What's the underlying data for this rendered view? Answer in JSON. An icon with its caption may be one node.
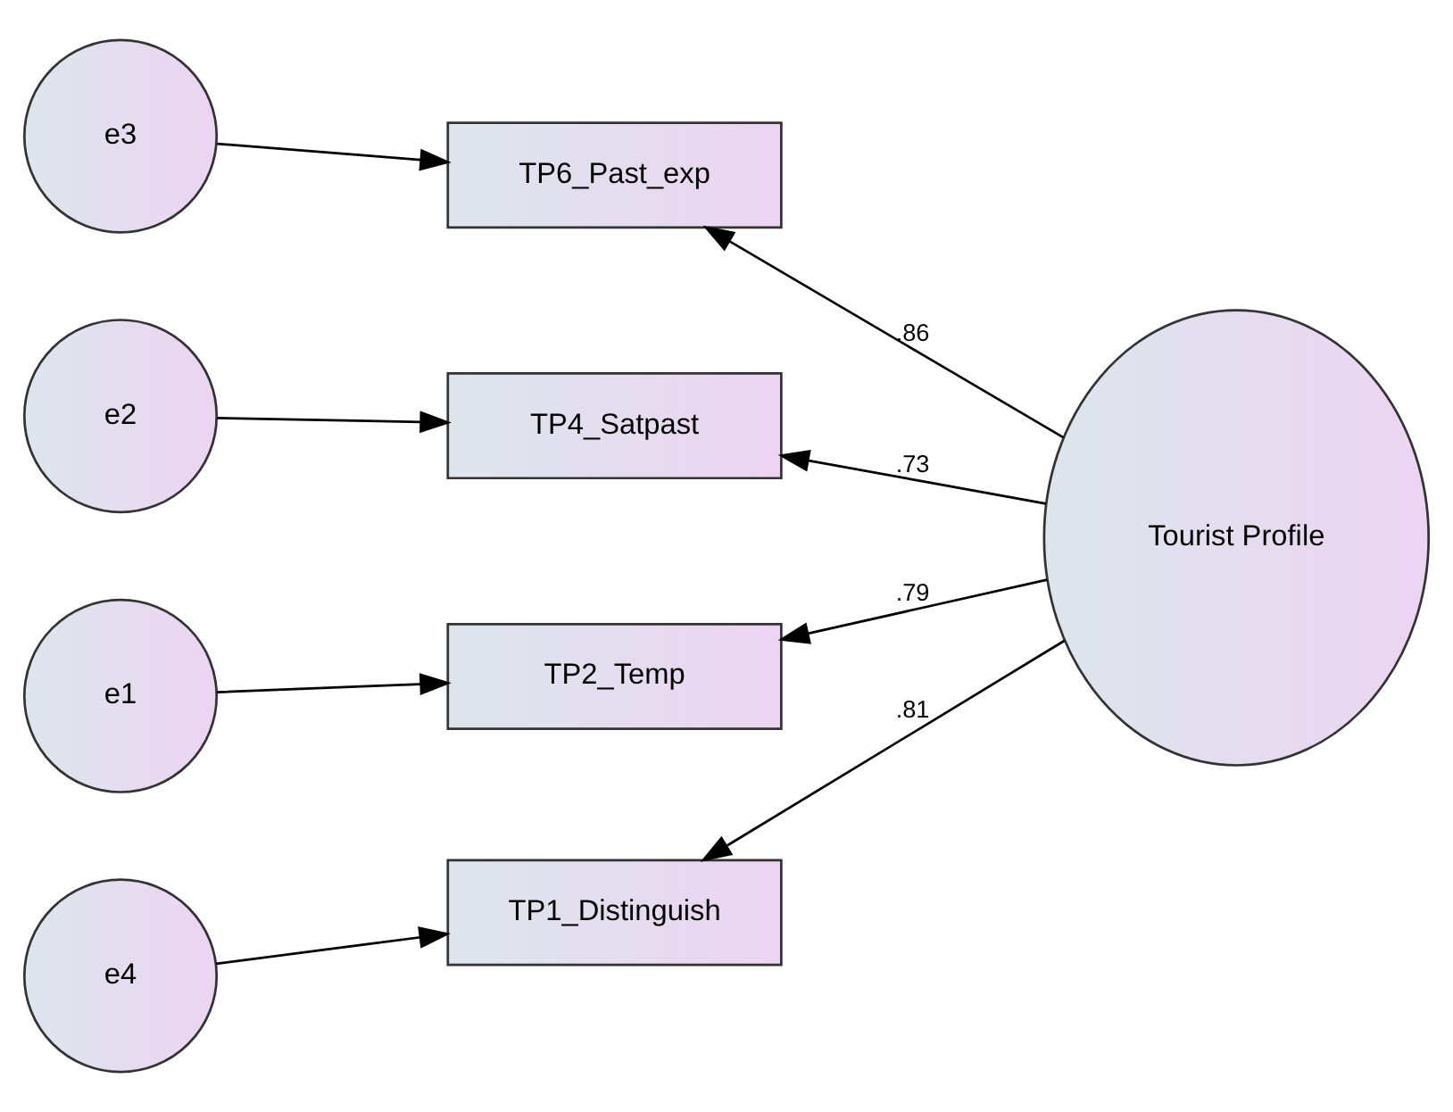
{
  "diagram": {
    "nodes": [
      {
        "text": [
          "e3"
        ]
      },
      {
        "text": [
          "TP6_Past_exp"
        ]
      },
      {
        "text": [
          "e2"
        ]
      },
      {
        "text": [
          "TP4_Satpast"
        ]
      },
      {
        "text": [
          "e1"
        ]
      },
      {
        "text": [
          "TP2_Temp"
        ]
      },
      {
        "text": [
          "e4"
        ]
      },
      {
        "text": [
          "TP1_Distinguish"
        ]
      },
      {
        "text": [
          "Tourist Profile"
        ]
      }
    ],
    "edges": [
      {
        "from": 0,
        "to": 1,
        "arrow": "to"
      },
      {
        "from": 2,
        "to": 3,
        "arrow": "to"
      },
      {
        "from": 4,
        "to": 5,
        "arrow": "to"
      },
      {
        "from": 6,
        "to": 7,
        "arrow": "to"
      },
      {
        "from": 8,
        "to": 1,
        "arrow": "to",
        "label": ".86"
      },
      {
        "from": 8,
        "to": 3,
        "arrow": "to",
        "label": ".73"
      },
      {
        "from": 8,
        "to": 5,
        "arrow": "to",
        "label": ".79"
      },
      {
        "from": 8,
        "to": 7,
        "arrow": "to",
        "label": ".81"
      }
    ]
  }
}
